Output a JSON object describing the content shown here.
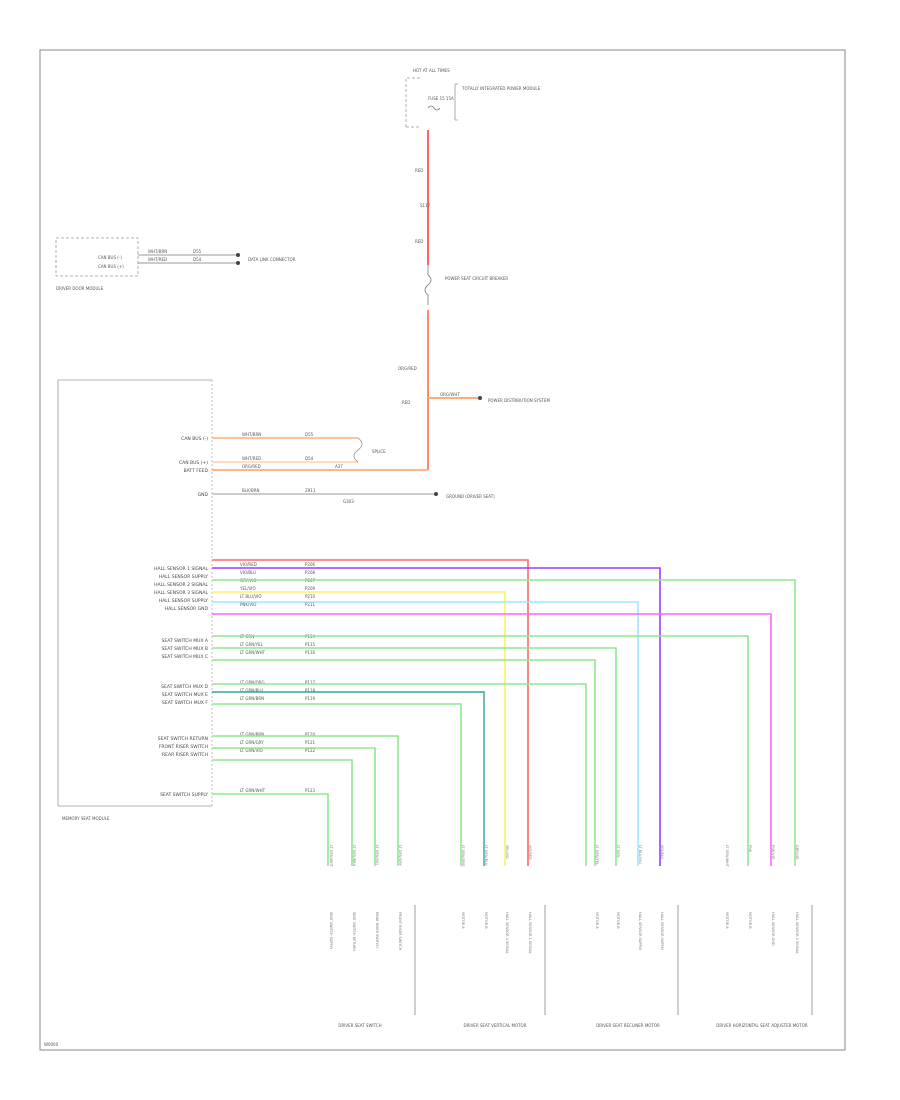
{
  "diagram_code": "W0000",
  "colors": {
    "red": "#ff6666",
    "orange": "#ffad7a",
    "blue": "#6a6aff",
    "purple": "#9b3dff",
    "green": "#8fe88f",
    "yellow": "#fff066",
    "cyan": "#9fe8ff",
    "magenta": "#ff66ff",
    "teal": "#3aa0a0",
    "grey": "#999999"
  },
  "top": {
    "source": "HOT AT ALL TIMES",
    "fuse_box": "TOTALLY INTEGRATED POWER MODULE",
    "fuse": "FUSE 15 15A",
    "wire_a": "RED",
    "splice": "S117",
    "wire_b": "RED",
    "breaker": "POWER SEAT CIRCUIT BREAKER",
    "wire_c": "ORG/RED",
    "wire_d": "RED",
    "orange_label": "ORG/WHT",
    "other_systems": "POWER DISTRIBUTION SYSTEM"
  },
  "driver_door_module": {
    "name": "DRIVER DOOR MODULE",
    "pins": [
      "CAN BUS (-)",
      "CAN BUS (+)"
    ],
    "wires": [
      "WHT/BRN",
      "WHT/RED"
    ],
    "circuit": [
      "D55",
      "D54"
    ],
    "destination": "DATA LINK CONNECTOR"
  },
  "memory_module": {
    "name": "MEMORY SEAT MODULE",
    "power": {
      "labels": [
        "CAN BUS (-)",
        "CAN BUS (+)",
        "BATT FEED"
      ],
      "wires": [
        "WHT/BRN",
        "WHT/RED",
        "ORG/RED"
      ],
      "circuits": [
        "D55",
        "D54",
        "A37"
      ],
      "splice": "SPLICE",
      "ground_label": "GND",
      "ground_wire": "BLK/BRN",
      "ground_circuit": "Z911",
      "ground_conn": "G303",
      "ground_dest": "GROUND (DRIVER SEAT)"
    },
    "hall_group": {
      "labels": [
        "HALL SENSOR 1 SIGNAL",
        "HALL SENSOR SUPPLY",
        "HALL SENSOR 2 SIGNAL",
        "HALL SENSOR 3 SIGNAL",
        "HALL SENSOR SUPPLY",
        "HALL SENSOR GND"
      ],
      "wires": [
        "VIO/RED",
        "VIO/BLU",
        "GRY/VIO",
        "YEL/VIO",
        "LT BLU/VIO",
        "PNK/VIO"
      ],
      "circuits": [
        "P206",
        "P208",
        "P207",
        "P209",
        "P210",
        "P211"
      ]
    },
    "switch_group_a": {
      "labels": [
        "SEAT SWITCH MUX A",
        "SEAT SWITCH MUX B",
        "SEAT SWITCH MUX C"
      ],
      "wires": [
        "LT GRN",
        "LT GRN/YEL",
        "LT GRN/WHT"
      ],
      "circuits": [
        "P114",
        "P115",
        "P116"
      ]
    },
    "switch_group_b": {
      "labels": [
        "SEAT SWITCH MUX D",
        "SEAT SWITCH MUX E",
        "SEAT SWITCH MUX F"
      ],
      "wires": [
        "LT GRN/ORG",
        "LT GRN/BLU",
        "LT GRN/BRN"
      ],
      "circuits": [
        "P117",
        "P118",
        "P119"
      ]
    },
    "switch_group_c": {
      "labels": [
        "SEAT SWITCH RETURN",
        "FRONT RISER SWITCH",
        "REAR RISER SWITCH"
      ],
      "wires": [
        "LT GRN/BRN",
        "LT GRN/GRY",
        "LT GRN/VIO"
      ],
      "circuits": [
        "P120",
        "P121",
        "P122"
      ]
    },
    "switch_group_d": {
      "labels": [
        "SEAT SWITCH SUPPLY"
      ],
      "wires": [
        "LT GRN/WHT"
      ],
      "circuits": [
        "P123"
      ]
    }
  },
  "bottom_groups": [
    {
      "name": "DRIVER SEAT SWITCH",
      "wires": [
        "LT GRN/WHT",
        "LT GRN/BRN",
        "LT GRN/VIO",
        "LT GRN/GRY"
      ],
      "labels": [
        "SEAT SWITCH SUPPLY",
        "SEAT SWITCH RETURN",
        "REAR RISER SWITCH",
        "FRONT RISER SWITCH"
      ]
    },
    {
      "name": "DRIVER SEAT VERTICAL MOTOR",
      "wires": [
        "LT GRN/ORG",
        "LT GRN/BLU",
        "YEL/VIO",
        "VIO/RED"
      ],
      "labels": [
        "MOTOR A",
        "MOTOR B",
        "HALL SENSOR 3 SIGNAL",
        "HALL SENSOR 1 SIGNAL"
      ]
    },
    {
      "name": "DRIVER SEAT RECLINER MOTOR",
      "wires": [
        "LT GRN/YEL",
        "LT GRN",
        "LT BLU/VIO",
        "VIO/BLU"
      ],
      "labels": [
        "MOTOR A",
        "MOTOR B",
        "HALL SENSOR SUPPLY",
        "HALL SENSOR SUPPLY"
      ]
    },
    {
      "name": "DRIVER HORIZONTAL SEAT ADJUSTER MOTOR",
      "wires": [
        "LT GRN/WHT",
        "PNK",
        "PNK/VIO",
        "GRY/VIO"
      ],
      "labels": [
        "MOTOR A",
        "MOTOR B",
        "HALL SENSOR GND",
        "HALL SENSOR 2 SIGNAL"
      ]
    }
  ]
}
